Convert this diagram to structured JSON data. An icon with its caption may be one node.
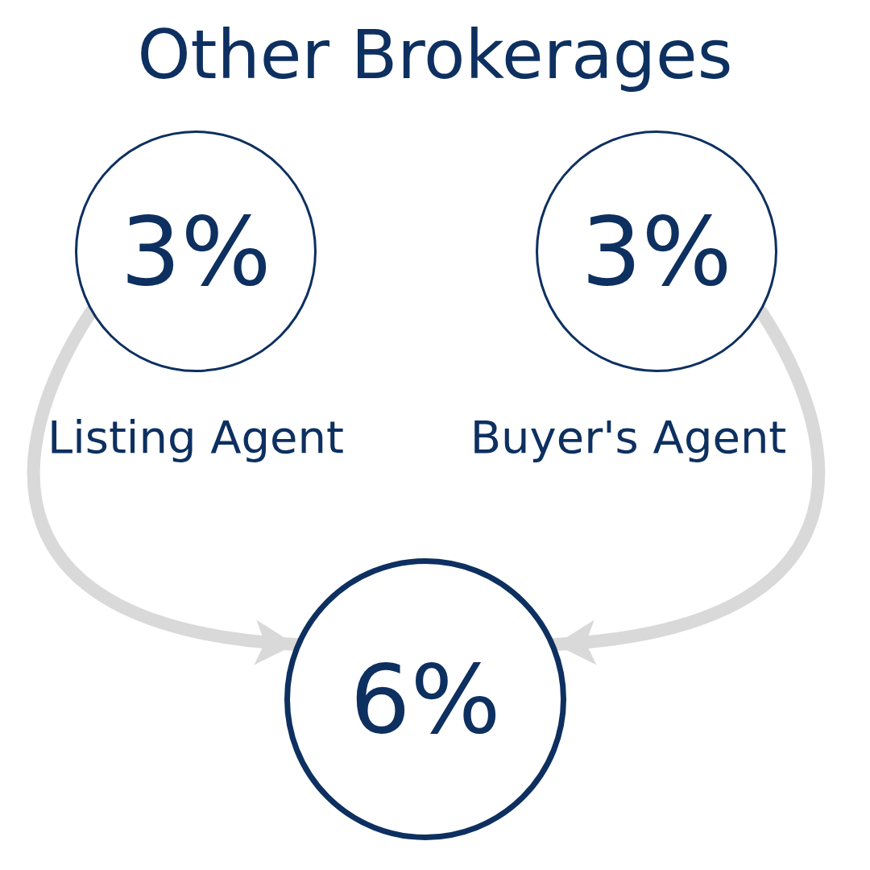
{
  "diagram": {
    "title": "Other Brokerages",
    "nodes": [
      {
        "text": [
          "3%"
        ],
        "beside": [
          "Listing Agent"
        ]
      },
      {
        "text": [
          "3%"
        ],
        "beside": [
          "Buyer's Agent"
        ]
      },
      {
        "text": [
          "6%"
        ]
      }
    ],
    "edges": [
      {
        "from": 0,
        "to": 2,
        "arrow": "to",
        "color": "#d9d9d9"
      },
      {
        "from": 1,
        "to": 2,
        "arrow": "to",
        "color": "#d9d9d9"
      }
    ]
  }
}
